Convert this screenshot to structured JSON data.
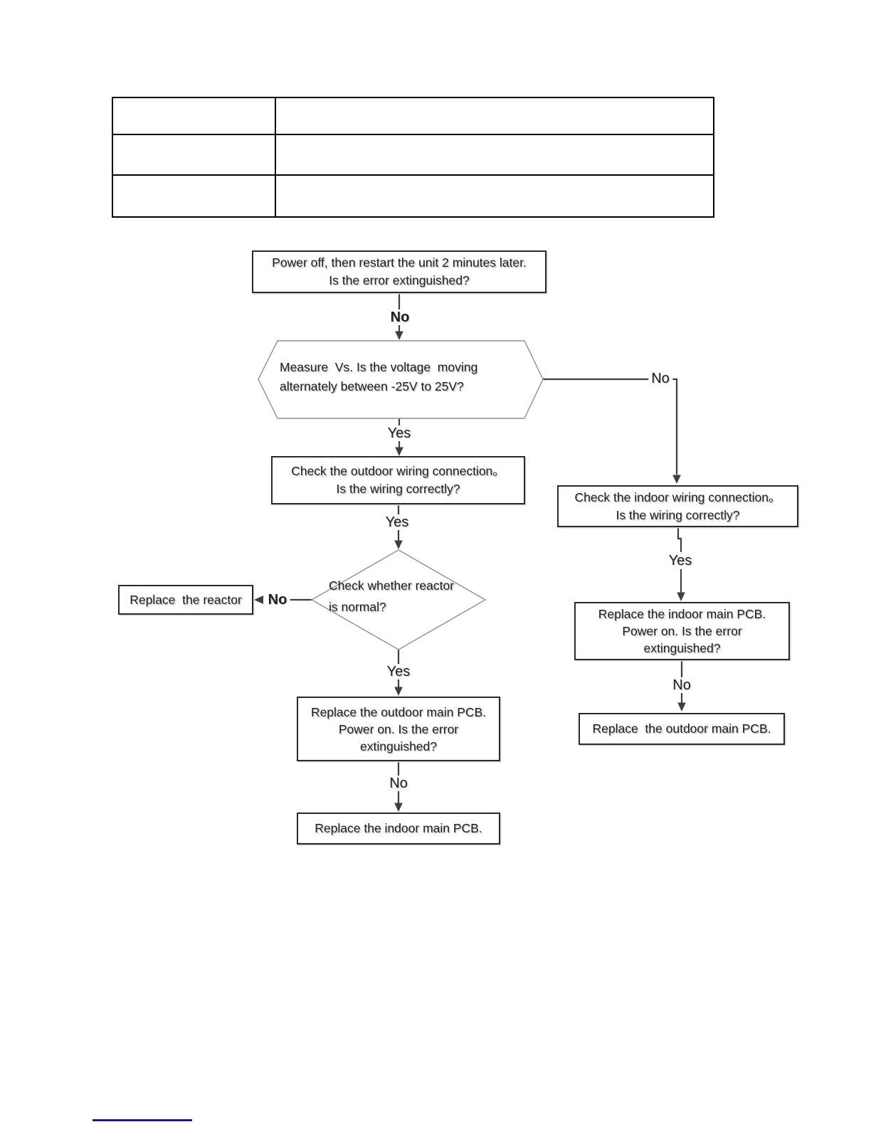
{
  "table": {
    "rows": 3,
    "columns": 2,
    "cells": [
      [
        "",
        ""
      ],
      [
        "",
        ""
      ],
      [
        "",
        ""
      ]
    ]
  },
  "flow": {
    "start": {
      "line1": "Power off, then restart the unit 2 minutes later.",
      "line2": "Is the error extinguished?"
    },
    "vs_check": {
      "line1": "Measure  Vs. Is the voltage  moving",
      "line2": "alternately between -25V to 25V?"
    },
    "outdoor_wiring": {
      "line1": "Check the outdoor wiring connection。",
      "line2": "Is the wiring correctly?"
    },
    "reactor_check": {
      "line1": "Check whether reactor",
      "line2": "is normal?"
    },
    "replace_reactor": {
      "line1": "Replace  the reactor"
    },
    "outdoor_pcb": {
      "line1": "Replace the outdoor main PCB.",
      "line2": "Power on. Is the error",
      "line3": "extinguished?"
    },
    "indoor_pcb_final": {
      "line1": "Replace the indoor main PCB."
    },
    "indoor_wiring": {
      "line1": "Check the indoor wiring connection。",
      "line2": "Is the wiring correctly?"
    },
    "indoor_pcb": {
      "line1": "Replace the indoor main PCB.",
      "line2": "Power on. Is the error",
      "line3": "extinguished?"
    },
    "outdoor_pcb_final": {
      "line1": "Replace  the outdoor main PCB."
    },
    "labels": {
      "no_start": "No",
      "no_hex_right": "No",
      "yes_hex": "Yes",
      "yes_wiring": "Yes",
      "no_reactor": "No",
      "yes_reactor": "Yes",
      "no_outdoor_pcb": "No",
      "yes_indoor_wiring": "Yes",
      "no_indoor_pcb": "No"
    }
  },
  "colors": {
    "box_border": "#2a2a2a",
    "shape_border": "#8f8f8f",
    "connector": "#3f3f3f",
    "table_border": "#000000",
    "text": "#1d1d1d",
    "link_rule": "#1b1b8e"
  }
}
